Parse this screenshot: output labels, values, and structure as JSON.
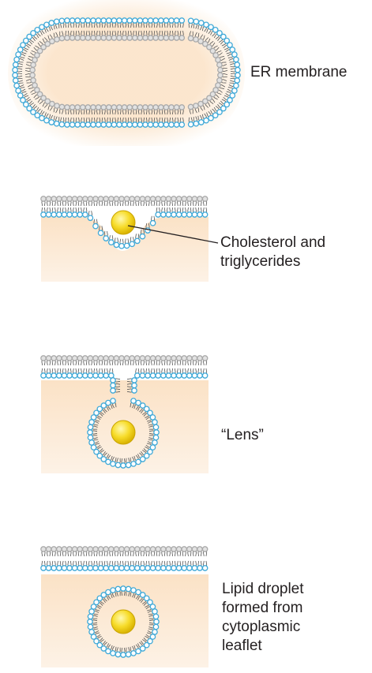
{
  "labels": {
    "er_membrane": "ER membrane",
    "cholesterol": "Cholesterol and\ntriglycerides",
    "lens": "“Lens”",
    "droplet": "Lipid droplet\nformed from\ncytoplasmic\nleaflet"
  },
  "colors": {
    "outer_leaflet_head": "#3fa9d8",
    "luminal_leaflet_head": "#aaaaaa",
    "cytosol_fill": "#fbe3c8",
    "lipid_core": "#f5d400",
    "text": "#231f20"
  }
}
